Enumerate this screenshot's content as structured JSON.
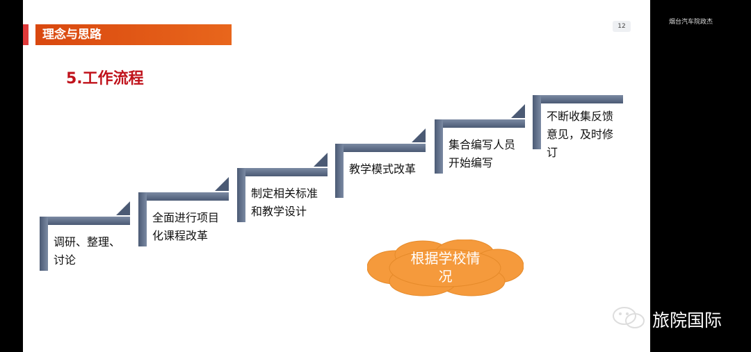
{
  "slide": {
    "header": "理念与思路",
    "page_number": "12",
    "title": "5.工作流程"
  },
  "steps": [
    {
      "label": "调研、整理、讨论"
    },
    {
      "label": "全面进行项目化课程改革"
    },
    {
      "label": "制定相关标准和教学设计"
    },
    {
      "label": "教学模式改革"
    },
    {
      "label": "集合编写人员开始编写"
    },
    {
      "label": "不断收集反馈意见，及时修订"
    }
  ],
  "cloud_text": "根据学校情况",
  "side_text": "烟台汽车院政杰",
  "watermark": "旅院国际",
  "colors": {
    "header": "#e8661c",
    "title": "#c0121b",
    "step": "#4b5a74",
    "cloud": "#f59a3c"
  }
}
